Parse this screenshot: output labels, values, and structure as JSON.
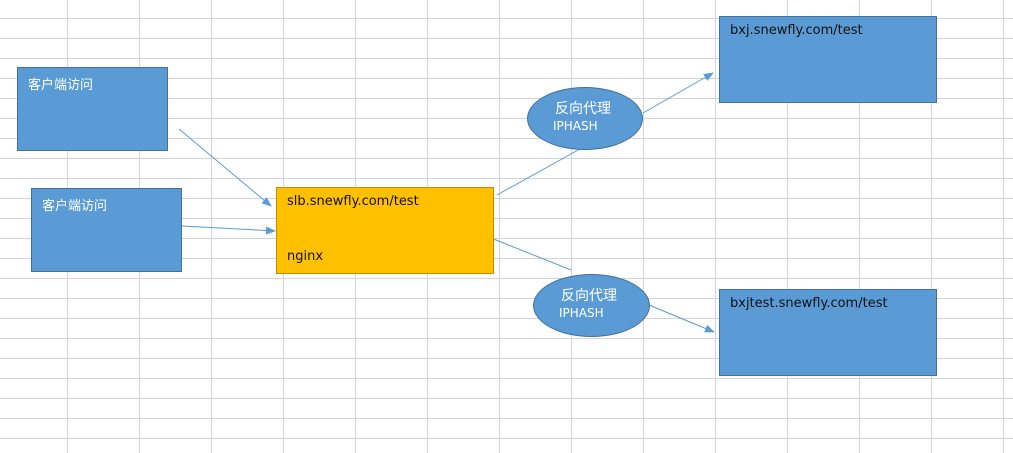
{
  "diagram": {
    "client_top": {
      "label": "客户端访问"
    },
    "client_bottom": {
      "label": "客户端访问"
    },
    "slb": {
      "domain": "slb.snewfly.com/test",
      "server": "nginx"
    },
    "proxy_top": {
      "label": "反向代理",
      "sub": "IPHASH"
    },
    "proxy_bottom": {
      "label": "反向代理",
      "sub": "IPHASH"
    },
    "backend_top": {
      "label": "bxj.snewfly.com/test"
    },
    "backend_bottom": {
      "label": "bxjtest.snewfly.com/test"
    }
  },
  "colors": {
    "box_blue": "#5b9bd5",
    "box_border": "#41719c",
    "slb_orange": "#ffc000",
    "arrow": "#5b9bd5",
    "grid": "#d4d4d4"
  }
}
